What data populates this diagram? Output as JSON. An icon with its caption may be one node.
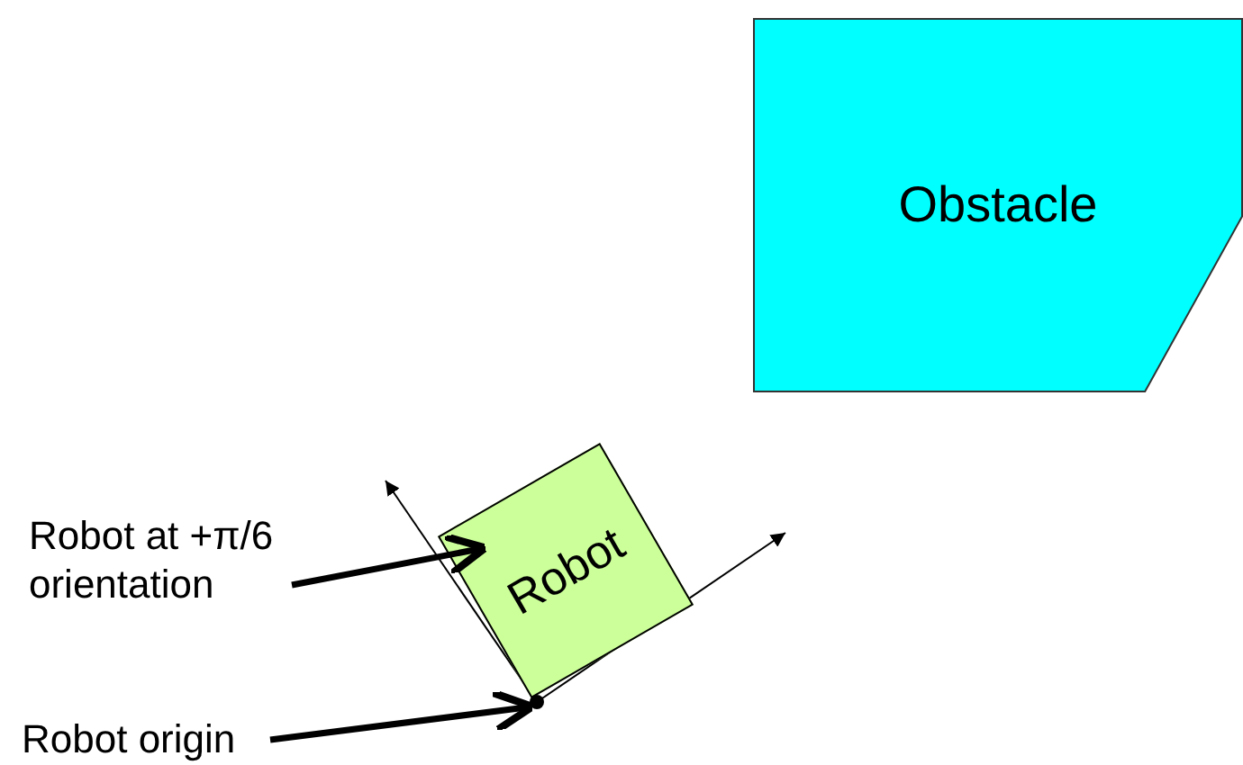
{
  "diagram": {
    "nodes": [
      {
        "text": [
          "Obstacle"
        ]
      },
      {
        "text": [
          "Robot"
        ]
      },
      {
        "text": [
          "Robot at +π/6 orientation"
        ]
      },
      {
        "text": [
          "Robot origin"
        ]
      },
      {
        "text": [],
        "shape": "circle"
      }
    ],
    "edges": [
      {
        "from": 2,
        "to": 1,
        "arrow": "to"
      },
      {
        "from": 3,
        "to": 4,
        "arrow": "to"
      }
    ]
  }
}
